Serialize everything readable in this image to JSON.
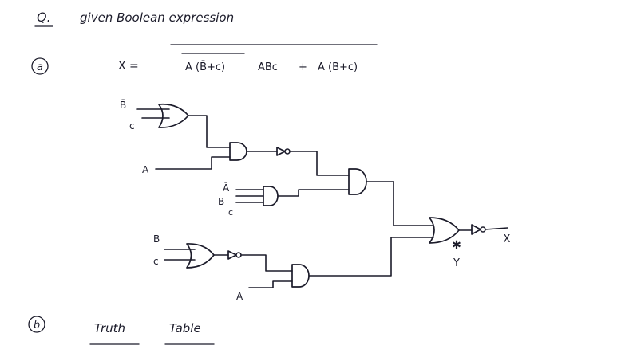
{
  "question": {
    "prefix": "Q.",
    "heading": "given Boolean expression"
  },
  "part_a": {
    "marker": "a",
    "lhs": "X =",
    "term1": "A (B̄+c)",
    "term2": "ĀBc",
    "plus1": "+",
    "term3": "A (B+c)"
  },
  "circuit": {
    "top_inputs": [
      "B̄",
      "c"
    ],
    "input_a1": "A",
    "mid_inputs": [
      "Ā",
      "B",
      "c"
    ],
    "bottom_inputs": [
      "B",
      "c"
    ],
    "input_a2": "A",
    "node_label": "Y",
    "node_mark": "✱",
    "output_label": "X"
  },
  "part_b": {
    "marker": "b",
    "truth": "Truth",
    "table": "Table"
  }
}
